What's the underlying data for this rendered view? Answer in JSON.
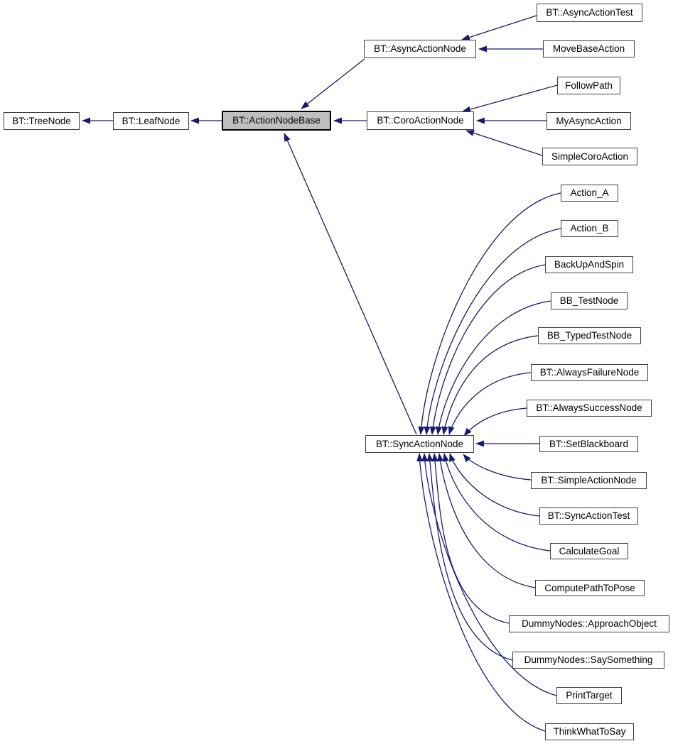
{
  "diagram": {
    "kind": "class-inheritance-graph",
    "colors": {
      "edge": "#191970",
      "node_fill": "#ffffff",
      "node_border": "#404040",
      "highlight_fill": "#bfbfbf",
      "highlight_border": "#000000",
      "background": "#ffffff"
    },
    "nodes": [
      {
        "id": "bt-tree-node",
        "label": "BT::TreeNode",
        "highlighted": false
      },
      {
        "id": "bt-leaf-node",
        "label": "BT::LeafNode",
        "highlighted": false
      },
      {
        "id": "bt-action-node-base",
        "label": "BT::ActionNodeBase",
        "highlighted": true
      },
      {
        "id": "bt-async-action-node",
        "label": "BT::AsyncActionNode",
        "highlighted": false
      },
      {
        "id": "bt-coro-action-node",
        "label": "BT::CoroActionNode",
        "highlighted": false
      },
      {
        "id": "bt-sync-action-node",
        "label": "BT::SyncActionNode",
        "highlighted": false
      },
      {
        "id": "bt-async-action-test",
        "label": "BT::AsyncActionTest",
        "highlighted": false
      },
      {
        "id": "move-base-action",
        "label": "MoveBaseAction",
        "highlighted": false
      },
      {
        "id": "follow-path",
        "label": "FollowPath",
        "highlighted": false
      },
      {
        "id": "my-async-action",
        "label": "MyAsyncAction",
        "highlighted": false
      },
      {
        "id": "simple-coro-action",
        "label": "SimpleCoroAction",
        "highlighted": false
      },
      {
        "id": "action-a",
        "label": "Action_A",
        "highlighted": false
      },
      {
        "id": "action-b",
        "label": "Action_B",
        "highlighted": false
      },
      {
        "id": "back-up-and-spin",
        "label": "BackUpAndSpin",
        "highlighted": false
      },
      {
        "id": "bb-test-node",
        "label": "BB_TestNode",
        "highlighted": false
      },
      {
        "id": "bb-typed-test-node",
        "label": "BB_TypedTestNode",
        "highlighted": false
      },
      {
        "id": "bt-always-failure-node",
        "label": "BT::AlwaysFailureNode",
        "highlighted": false
      },
      {
        "id": "bt-always-success-node",
        "label": "BT::AlwaysSuccessNode",
        "highlighted": false
      },
      {
        "id": "bt-set-blackboard",
        "label": "BT::SetBlackboard",
        "highlighted": false
      },
      {
        "id": "bt-simple-action-node",
        "label": "BT::SimpleActionNode",
        "highlighted": false
      },
      {
        "id": "bt-sync-action-test",
        "label": "BT::SyncActionTest",
        "highlighted": false
      },
      {
        "id": "calculate-goal",
        "label": "CalculateGoal",
        "highlighted": false
      },
      {
        "id": "compute-path-to-pose",
        "label": "ComputePathToPose",
        "highlighted": false
      },
      {
        "id": "dummy-approach-object",
        "label": "DummyNodes::ApproachObject",
        "highlighted": false
      },
      {
        "id": "dummy-say-something",
        "label": "DummyNodes::SaySomething",
        "highlighted": false
      },
      {
        "id": "print-target",
        "label": "PrintTarget",
        "highlighted": false
      },
      {
        "id": "think-what-to-say",
        "label": "ThinkWhatToSay",
        "highlighted": false
      }
    ],
    "edges": [
      {
        "from": "bt-leaf-node",
        "to": "bt-tree-node"
      },
      {
        "from": "bt-action-node-base",
        "to": "bt-leaf-node"
      },
      {
        "from": "bt-async-action-node",
        "to": "bt-action-node-base"
      },
      {
        "from": "bt-coro-action-node",
        "to": "bt-action-node-base"
      },
      {
        "from": "bt-sync-action-node",
        "to": "bt-action-node-base"
      },
      {
        "from": "bt-async-action-test",
        "to": "bt-async-action-node"
      },
      {
        "from": "move-base-action",
        "to": "bt-async-action-node"
      },
      {
        "from": "follow-path",
        "to": "bt-coro-action-node"
      },
      {
        "from": "my-async-action",
        "to": "bt-coro-action-node"
      },
      {
        "from": "simple-coro-action",
        "to": "bt-coro-action-node"
      },
      {
        "from": "action-a",
        "to": "bt-sync-action-node"
      },
      {
        "from": "action-b",
        "to": "bt-sync-action-node"
      },
      {
        "from": "back-up-and-spin",
        "to": "bt-sync-action-node"
      },
      {
        "from": "bb-test-node",
        "to": "bt-sync-action-node"
      },
      {
        "from": "bb-typed-test-node",
        "to": "bt-sync-action-node"
      },
      {
        "from": "bt-always-failure-node",
        "to": "bt-sync-action-node"
      },
      {
        "from": "bt-always-success-node",
        "to": "bt-sync-action-node"
      },
      {
        "from": "bt-set-blackboard",
        "to": "bt-sync-action-node"
      },
      {
        "from": "bt-simple-action-node",
        "to": "bt-sync-action-node"
      },
      {
        "from": "bt-sync-action-test",
        "to": "bt-sync-action-node"
      },
      {
        "from": "calculate-goal",
        "to": "bt-sync-action-node"
      },
      {
        "from": "compute-path-to-pose",
        "to": "bt-sync-action-node"
      },
      {
        "from": "dummy-approach-object",
        "to": "bt-sync-action-node"
      },
      {
        "from": "dummy-say-something",
        "to": "bt-sync-action-node"
      },
      {
        "from": "print-target",
        "to": "bt-sync-action-node"
      },
      {
        "from": "think-what-to-say",
        "to": "bt-sync-action-node"
      }
    ]
  }
}
